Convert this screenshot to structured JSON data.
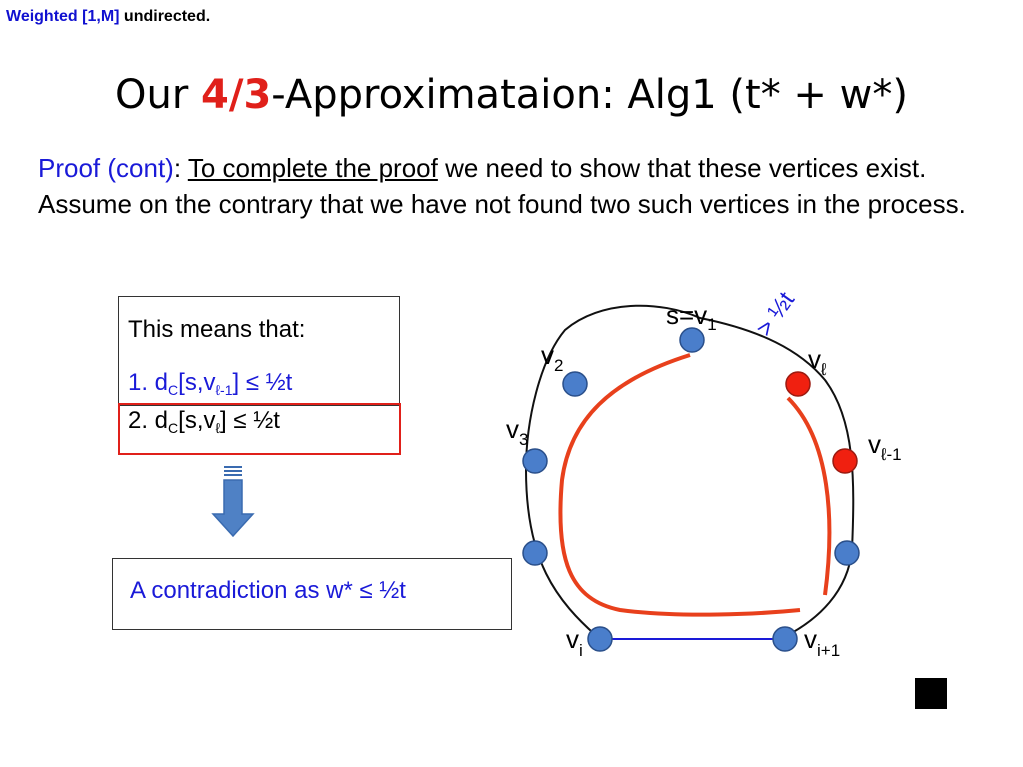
{
  "top_note": {
    "part1": "Weighted [1,M]",
    "part2": " undirected."
  },
  "title": {
    "prefix": "Our ",
    "accent": "4/3",
    "suffix": "-Approximataion: Alg1 (t* + w*)"
  },
  "proof": {
    "label": "Proof (cont)",
    "colon": ": ",
    "underlined": "To complete the proof",
    "rest": " we need to show that these vertices exist. Assume on the contrary that we have not found two such vertices in the process."
  },
  "means": {
    "label": "This means that:",
    "item1": {
      "prefix": "1. d",
      "sub_c": "C",
      "mid": "[s,v",
      "sub_v": "ℓ-1",
      "suffix": "] ≤ ½t"
    },
    "item2": {
      "prefix": "2. d",
      "sub_c": "C",
      "mid": "[s,v",
      "sub_v": "ℓ",
      "suffix": "]   ≤ ½t"
    }
  },
  "contradiction": "A contradiction as w* ≤ ½t",
  "diagram": {
    "labels": {
      "s": "s=v",
      "s_sub": "1",
      "v2": "v",
      "v2_sub": "2",
      "v3": "v",
      "v3_sub": "3",
      "vl": "v",
      "vl_sub": "ℓ",
      "vl1": "v",
      "vl1_sub": "ℓ-1",
      "vi": "v",
      "vi_sub": "i",
      "vi1": "v",
      "vi1_sub": "i+1",
      "half": "> ½t"
    },
    "colors": {
      "blue_node": "#4a7ecb",
      "red_node": "#f02010",
      "path": "#e8401c",
      "edge": "#1a1ad8"
    }
  }
}
